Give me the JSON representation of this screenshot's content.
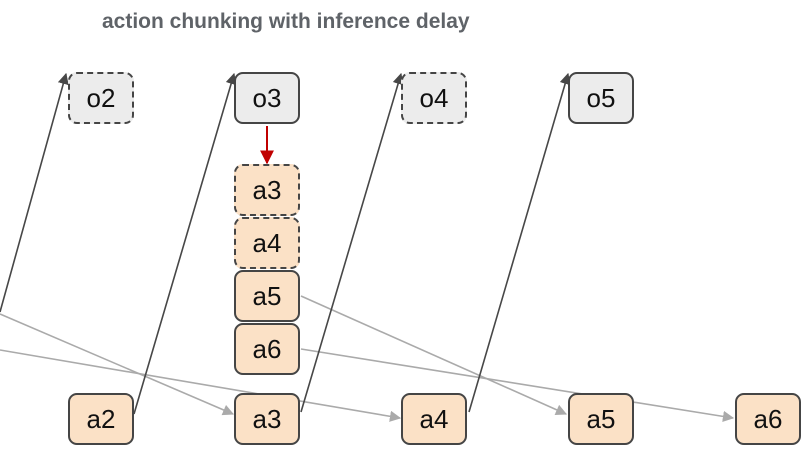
{
  "title": "action chunking with inference delay",
  "colors": {
    "observation_fill": "#ececec",
    "action_fill": "#fbe1c6",
    "node_border": "#454545",
    "dark_arrow": "#474747",
    "gray_arrow": "#aaaaaa",
    "red_arrow": "#c00000",
    "title_text": "#5f6368"
  },
  "observations": [
    {
      "id": "o2",
      "label": "o2",
      "style": "dashed"
    },
    {
      "id": "o3",
      "label": "o3",
      "style": "solid"
    },
    {
      "id": "o4",
      "label": "o4",
      "style": "dashed"
    },
    {
      "id": "o5",
      "label": "o5",
      "style": "solid"
    }
  ],
  "chunk": [
    {
      "id": "c3",
      "label": "a3",
      "style": "dashed"
    },
    {
      "id": "c4",
      "label": "a4",
      "style": "dashed"
    },
    {
      "id": "c5",
      "label": "a5",
      "style": "solid"
    },
    {
      "id": "c6",
      "label": "a6",
      "style": "solid"
    }
  ],
  "executed_actions": [
    {
      "id": "b2",
      "label": "a2"
    },
    {
      "id": "b3",
      "label": "a3"
    },
    {
      "id": "b4",
      "label": "a4"
    },
    {
      "id": "b5",
      "label": "a5"
    },
    {
      "id": "b6",
      "label": "a6"
    }
  ]
}
